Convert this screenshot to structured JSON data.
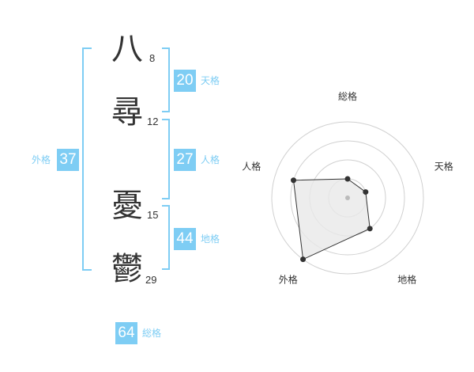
{
  "name": [
    {
      "char": "八",
      "strokes": "8"
    },
    {
      "char": "尋",
      "strokes": "12"
    },
    {
      "char": "憂",
      "strokes": "15"
    },
    {
      "char": "鬱",
      "strokes": "29"
    }
  ],
  "fortunes": {
    "tenkaku": {
      "value": "20",
      "label": "天格"
    },
    "jinkaku": {
      "value": "27",
      "label": "人格"
    },
    "chikaku": {
      "value": "44",
      "label": "地格"
    },
    "gaikaku": {
      "value": "37",
      "label": "外格"
    },
    "soukaku": {
      "value": "64",
      "label": "総格"
    }
  },
  "radar": {
    "axes": [
      "総格",
      "天格",
      "地格",
      "外格",
      "人格"
    ],
    "values": [
      1,
      1,
      2,
      4,
      3
    ],
    "max": 4,
    "colors": {
      "ring": "#d0d0d0",
      "fill": "#e8e8e8",
      "line": "#333333",
      "point": "#333333",
      "center": "#bbbbbb"
    }
  }
}
